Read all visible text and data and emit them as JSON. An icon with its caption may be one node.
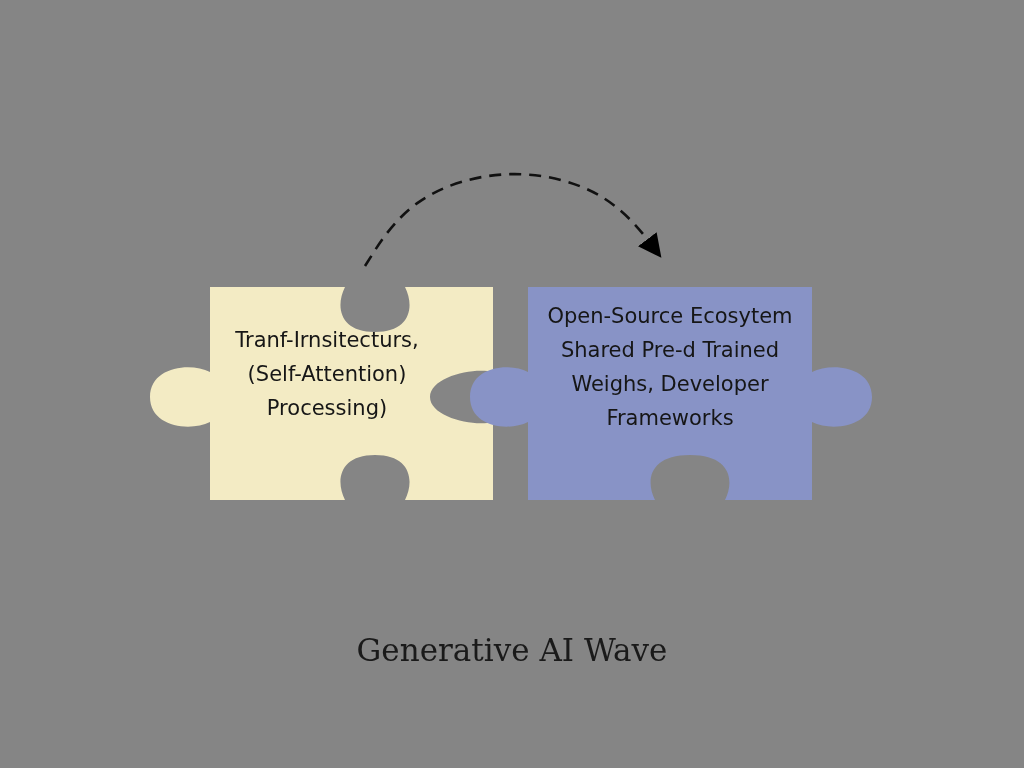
{
  "diagram": {
    "caption": "Generative AI Wave",
    "nodes": [
      {
        "text": [
          "Tranf-Irnsitecturs, (Self-Attention) Processing)"
        ]
      },
      {
        "text": [
          "Open-Source Ecosytem Shared Pre-d Trained Weighs, Developer Frameworks"
        ]
      }
    ],
    "edges": [
      {
        "from": 0,
        "to": 1,
        "arrow": "to",
        "style": "dashed"
      }
    ]
  }
}
